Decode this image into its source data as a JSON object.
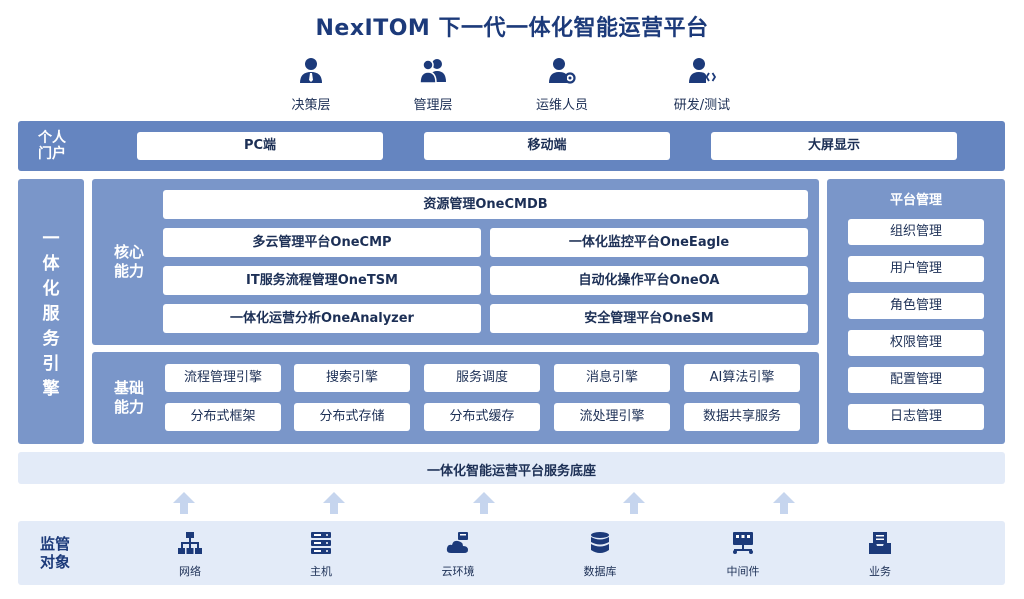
{
  "title": "NexITOM 下一代一体化智能运营平台",
  "roles": [
    {
      "label": "决策层",
      "icon": "person-tie-icon"
    },
    {
      "label": "管理层",
      "icon": "people-icon"
    },
    {
      "label": "运维人员",
      "icon": "person-gear-icon"
    },
    {
      "label": "研发/测试",
      "icon": "person-code-icon"
    }
  ],
  "portal": {
    "label_l1": "个人",
    "label_l2": "门户",
    "items": [
      "PC端",
      "移动端",
      "大屏显示"
    ]
  },
  "engine": {
    "chars": [
      "一",
      "体",
      "化",
      "服",
      "务",
      "引",
      "擎"
    ]
  },
  "core": {
    "label_l1": "核心",
    "label_l2": "能力",
    "top": "资源管理OneCMDB",
    "left": [
      "多云管理平台OneCMP",
      "IT服务流程管理OneTSM",
      "一体化运营分析OneAnalyzer"
    ],
    "right": [
      "一体化监控平台OneEagle",
      "自动化操作平台OneOA",
      "安全管理平台OneSM"
    ]
  },
  "base": {
    "label_l1": "基础",
    "label_l2": "能力",
    "row1": [
      "流程管理引擎",
      "搜索引擎",
      "服务调度",
      "消息引擎",
      "AI算法引擎"
    ],
    "row2": [
      "分布式框架",
      "分布式存储",
      "分布式缓存",
      "流处理引擎",
      "数据共享服务"
    ]
  },
  "platform": {
    "title": "平台管理",
    "items": [
      "组织管理",
      "用户管理",
      "角色管理",
      "权限管理",
      "配置管理",
      "日志管理"
    ]
  },
  "foundation": "一体化智能运营平台服务底座",
  "monitor": {
    "label_l1": "监管",
    "label_l2": "对象",
    "items": [
      {
        "label": "网络",
        "icon": "network-icon"
      },
      {
        "label": "主机",
        "icon": "server-icon"
      },
      {
        "label": "云环境",
        "icon": "cloud-icon"
      },
      {
        "label": "数据库",
        "icon": "database-icon"
      },
      {
        "label": "中间件",
        "icon": "middleware-icon"
      },
      {
        "label": "业务",
        "icon": "business-icon"
      }
    ]
  },
  "colors": {
    "primary": "#1c3a7a",
    "panel": "#7a96c9",
    "portal": "#6585c0",
    "light": "#e3ebf8",
    "arrow": "#c6d5ee"
  }
}
